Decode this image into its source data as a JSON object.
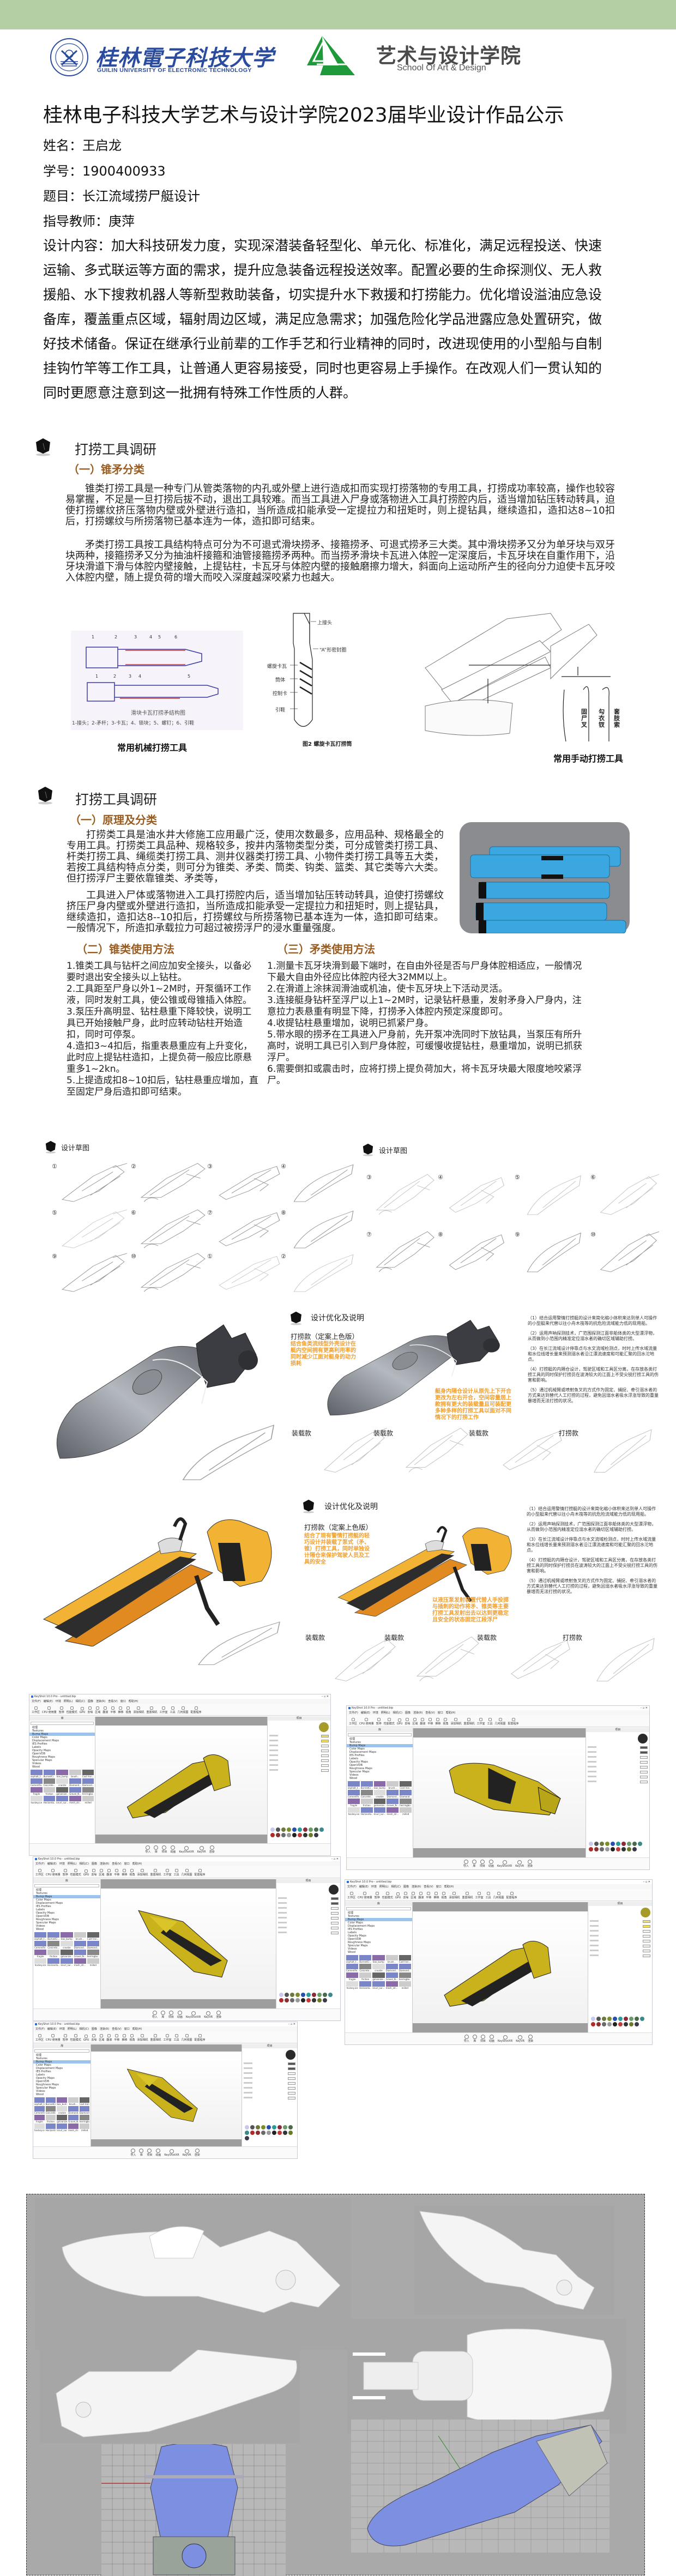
{
  "header": {
    "university_cn": "桂林電子科技大学",
    "university_en": "GUILIN UNIVERSITY OF ELECTRONIC TECHNOLOGY",
    "school_cn": "艺术与设计学院",
    "school_en": "School Of Art & Design"
  },
  "title": "桂林电子科技大学艺术与设计学院2023届毕业设计作品公示",
  "info": [
    {
      "label": "姓名：",
      "value": "王启龙"
    },
    {
      "label": "学号：",
      "value": "1900400933"
    },
    {
      "label": "题目：",
      "value": "长江流域捞尸艇设计"
    },
    {
      "label": "指导教师：",
      "value": "庚萍"
    }
  ],
  "description": {
    "label": "设计内容：",
    "text": "加大科技研发力度，实现深潜装备轻型化、单元化、标准化，满足远程投送、快速运输、多式联运等方面的需求，提升应急装备远程投送效率。配置必要的生命探测仪、无人救援船、水下搜救机器人等新型救助装备，切实提升水下救援和打捞能力。优化增设溢油应急设备库，覆盖重点区域，辐射周边区域，满足应急需求；加强危险化学品泄露应急处置研究，做好技术储备。保证在继承行业前辈的工作手艺和行业精神的同时，改进现使用的小型船与自制挂钩竹竿等工作工具，让普通人更容易接受，同时也更容易上手操作。在改观人们一贯认知的同时更愿意注意到这一批拥有特殊工作性质的人群。"
  },
  "section1": {
    "title": "打捞工具调研",
    "subtitle": "（一）锥矛分类",
    "paragraphs": [
      "锥类打捞工具是一种专门从管类落物的内孔或外壁上进行造成扣而实现打捞落物的专用工具，打捞成功率较高，操作也较容易掌握，不足是一旦打捞后拔不动，退出工具较难。而当工具进入尸身或落物进入工具打捞腔内后，适当增加钻压转动转具，迫使打捞螺纹挤压落物内壁或外壁进行造扣，当所造成扣能承受一定提拉力和扭矩时，则上提钻具，继续造扣，造扣达8~10扣后，打捞螺纹与所捞落物已基本连为一体，造扣即可结束。",
      "矛类打捞工具按工具结构特点可分为不可退式滑块捞矛、接箍捞矛、可退式捞矛三大类。其中滑块捞矛又分为单牙块与双牙块两种，接箍捞矛又分为抽油杆接箍和油管接箍捞矛两种。而当捞矛滑块卡瓦进入体腔一定深度后，卡瓦牙块在自重作用下，沿牙块滑道下滑与体腔内壁接触，上提钻柱，卡瓦牙与体腔内壁的接触磨擦力增大，斜面向上运动所产生的径向分力迫使卡瓦牙咬入体腔内壁，随上提负荷的增大而咬入深度越深咬紧力也越大。"
    ],
    "diagram1": {
      "title": "滑块卡瓦打捞矛结构图",
      "legend": "1-接头；2-矛杆；3-卡瓦；4、锁块；5、螺钉；6、引鞋",
      "nums_top": [
        "1",
        "2",
        "3",
        "4",
        "5",
        "6"
      ],
      "nums_bottom": [
        "1",
        "2",
        "3",
        "4",
        "5"
      ]
    },
    "diagram2": {
      "labels": [
        "上接头",
        "“A”形密封圈",
        "螺旋卡瓦",
        "筒体",
        "控制卡",
        "引鞋"
      ],
      "caption": "图2  螺旋卡瓦打捞筒"
    },
    "diagram3": {
      "tools": [
        "固尸叉",
        "勾衣钗",
        "套肢索"
      ]
    },
    "captions": {
      "mechanical": "常用机械打捞工具",
      "manual": "常用手动打捞工具"
    }
  },
  "section2": {
    "title": "打捞工具调研",
    "subtitle": "（一）原理及分类",
    "paragraphs": [
      "打捞类工具是油水井大修施工应用最广泛，使用次数最多，应用品种、规格最全的专用工具。打捞类工具品种、规格较多，按井内落物类型分类，可分成管类打捞工具、杆类打捞工具、绳缆类打捞工具、测井仪器类打捞工具、小物件类打捞工具等五大类，若按工具结构特点分类，则可分为锥类、矛类、筒类、钩类、篮类、其它类等六大类。但打捞浮尸主要依靠锥类、矛类等，",
      "工具进入尸体或落物进入工具打捞腔内后，适当增加钻压转动转具，迫使打捞螺纹挤压尸身内壁或外壁进行造扣，当所造成扣能承受一定提拉力和扭矩时，则上提钻具，继续造扣，造扣达8--10扣后，打捞螺纹与所捞落物已基本连为一体，造扣即可结束。一般情况下，所造扣承载拉力可超过被捞浮尸的浸水重量强度。"
    ],
    "cone_title": "（二）锥类使用方法",
    "cone_steps": [
      "1.锥类工具与钻杆之间应加安全接头，以备必要时退出安全接头以上钻柱。",
      "2.工具距至尸身以外1~2M时，开泵循环工作液，同时发射工具，使公锥或母锥插入体腔。",
      "3.泵压升高明显、钻柱悬重下降较快，说明工具已开始接触尸身，此时应转动钻柱开始造扣，同时可停泵。",
      "4.造扣3~4扣后，指重表悬重应有上升变化，此时应上提钻柱造扣，上提负荷一般应比原悬重多1~2kn。",
      "5.上提造成扣8~10扣后，钻柱悬重应增加，直至固定尸身后造扣即可结束。"
    ],
    "spear_title": "（三）矛类使用方法",
    "spear_steps": [
      "1.测量卡瓦牙块滑到最下端时，在自由外径是否与尸身体腔相适应，一般情况下最大自由外径应比体腔内径大32MM以上。",
      "2.在滑道上涂抹润滑油或机油，使卡瓦牙块上下活动灵活。",
      "3.连接艇身钻杆至浮尸以上1~2M时，记录钻杆悬重，发射矛身入尸身内，注意拉力表悬重有明显下降，打捞矛入体腔内预定深度即可。",
      "4.收提钻柱悬重增加，说明已抓紧尸身。",
      "5.带水眼的捞矛在工具进入尸身前，先开泵冲洗同时下放钻具，当泵压有所升高时，说明工具已引入到尸身体腔，可缓慢收提钻柱，悬重增加，说明已抓获浮尸。",
      "6.需要倒扣或震击时，应将打捞上提负荷加大，将卡瓦牙块最大限度地咬紧浮尸。"
    ]
  },
  "sketches": {
    "title": "设计草图",
    "left_nums": [
      "①",
      "②",
      "③",
      "④",
      "⑤",
      "⑥",
      "⑦",
      "⑧",
      "⑨",
      "⑩",
      "①",
      "②"
    ],
    "right_nums": [
      "③",
      "④",
      "⑤",
      "⑥",
      "⑦",
      "⑧",
      "⑨",
      "⑩"
    ]
  },
  "boards": [
    {
      "heading": "设计优化及说明",
      "title": "打捞款（定案上色版）",
      "note1": "结合鱼类流线型外壳设计在艇内空间拥有更高利用率的同时减少江面对艇身的动力损耗",
      "note2": "艇身内隔仓设计从原先上下开合更改为左右开合，空间容量居上款拥有更大的装载量且可装配更多种多样的打捞工具以面对不同情况下的打捞工作",
      "labels": [
        "装载款",
        "装载款",
        "装载款",
        "打捞款"
      ]
    },
    {
      "heading": "设计优化及说明",
      "title": "打捞款（定案上色版）",
      "note1": "结合了现有警情打捞艇的轻巧设计并装载了泵式（矛、锥）打捞工具，同时单独设计隔仓来保护驾驶人员及工具的安全",
      "note2": "以液压泵发射装置代替人手投掷与插刺的动作将矛、锥类等主要打捞工具发射出去以达到更稳定且安全的状态固定江段浮尸",
      "labels": [
        "装载款",
        "装载款",
        "装载款",
        "打捞款"
      ]
    }
  ],
  "points": [
    "（1）结合运用警情打捞艇的设计来简化缩小体积来达到单人可操作的小型艇来代替以往小舟木筏等的抗危险流域能力低的现用船。",
    "（2）运用声呐探测技术，广范围探测江面非船体类的大型漂浮物，从而做到小范围内精准定位溺水者的确切区域辅助打捞。",
    "（3）在长江流域设计停靠点与水文流域检测点，时时上传水域流量和水位线增长量来预测溺水者沿江漂流速度和可能汇聚的回水沱地点。",
    "（4）打捞艇的内隔仓设计，驾驶区域和工具区分离，在存放各类打捞工具的同时保护打捞员在波涛较大的江面上不受尖锐打捞工具的伤害和影响。",
    "（5）通过机械臂或喷射鱼叉的方式作为固定、捕捉、牵引溺水者的方式来达到替代人工打捞的过程，避免因溺水者吸水浮涨导致的重量暴增而无法打捞的状况。"
  ],
  "keyshot": {
    "window_title": "KeyShot 10.0 Pro - untitled.bip",
    "menu": [
      "文件(F)",
      "编辑(E)",
      "环境",
      "照明(L)",
      "相机(C)",
      "图像",
      "渲染(R)",
      "查看(V)",
      "窗口",
      "帮助(H)"
    ],
    "toolbar": [
      "工作区",
      "CPU 使用量",
      "暂停",
      "性能模式",
      "GPU",
      "去噪",
      "区域",
      "翻滚",
      "平移",
      "推移",
      "视角",
      "添加相机",
      "重置相机",
      "工作室",
      "工具",
      "几何视图",
      "配置程序"
    ],
    "library_title": "库",
    "project_title": "项目",
    "tree": [
      "纹理",
      "Textures",
      "Bump Maps",
      "Color Maps",
      "Displacement Maps",
      "IES Profiles",
      "Labels",
      "Opacity Maps",
      "OpenVDB",
      "Roughness Maps",
      "Specular Maps",
      "Videos",
      "Wood"
    ],
    "materials": [
      "asphalt_t...",
      "BurnedCi...",
      "box_bump",
      "brush...",
      "Cast Iron...",
      "CementFe...",
      "Concrete...",
      "crackle",
      "Diamond...",
      "Diamond...",
      "fragile",
      "friction",
      "galvanize...",
      "Gravel_N...",
      "herringbo...",
      "hockey.ice",
      "Horizonta...",
      "knurl_sur...",
      "mesh_str...",
      "milled"
    ],
    "bottom": [
      "导入",
      "库",
      "项目",
      "动画",
      "KeyShotXR",
      "KeyVR",
      "渲染"
    ]
  },
  "colors": {
    "band": "#b5cfa5",
    "guet_blue": "#2b4c9e",
    "art_green": "#1f9a3a",
    "subtitle_brown": "#9a5b1e",
    "note_orange": "#f0a030",
    "boat_yellow": "#f2b233",
    "render_yellow": "#c9b21c",
    "render_blue": "#7d8fe0"
  }
}
